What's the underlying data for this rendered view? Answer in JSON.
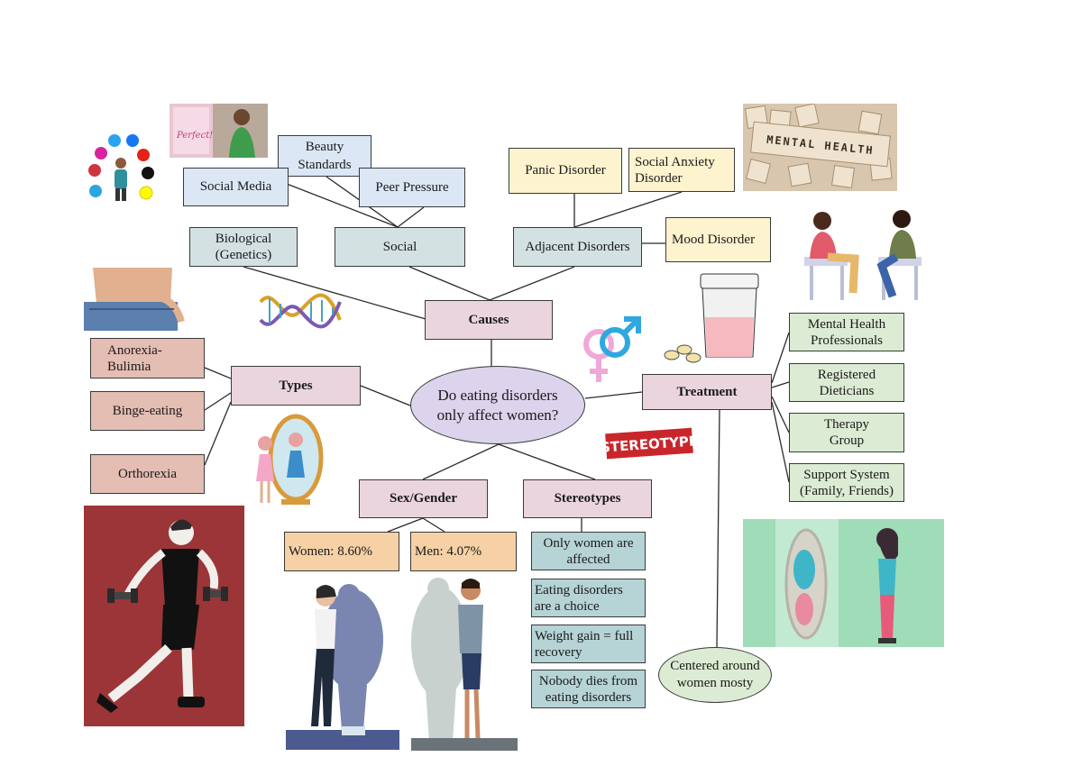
{
  "center": {
    "label": "Do eating disorders only affect women?"
  },
  "causes": {
    "label": "Causes",
    "biological": "Biological (Genetics)",
    "social": "Social",
    "social_media": "Social Media",
    "beauty_standards": "Beauty Standards",
    "peer_pressure": "Peer Pressure",
    "adjacent": "Adjacent Disorders",
    "panic": "Panic Disorder",
    "social_anxiety": "Social Anxiety Disorder",
    "mood": "Mood Disorder"
  },
  "types": {
    "label": "Types",
    "anorexia": "Anorexia- Bulimia",
    "binge": "Binge-eating",
    "orthorexia": "Orthorexia"
  },
  "treatment": {
    "label": "Treatment",
    "mental_health": "Mental Health Professionals",
    "dieticians": "Registered Dieticians",
    "therapy": "Therapy Group",
    "support": "Support System (Family, Friends)",
    "centered": "Centered around women mosty"
  },
  "sex_gender": {
    "label": "Sex/Gender",
    "women": "Women: 8.60%",
    "men": "Men: 4.07%"
  },
  "stereotypes": {
    "label": "Stereotypes",
    "items": [
      "Only women are affected",
      "Eating disorders are a choice",
      "Weight gain = full recovery",
      "Nobody dies from eating disorders"
    ]
  },
  "images": {
    "scrabble_letters": "MENTAL HEALTH",
    "stereotype_stamp": "STEREOTYPE",
    "magazine_text": "Perfect!"
  },
  "colors": {
    "causes_blue": "#dbe7f5",
    "causes_gray": "#d3e1e3",
    "disorders_yellow": "#fdf3cf",
    "hub_pink": "#ead5df",
    "types_rose": "#e4bdb3",
    "treatment_green": "#dcebd3",
    "gender_orange": "#f6d1a6",
    "stereotype_teal": "#b6d3d6",
    "center_lavender": "#dcd3ec"
  }
}
